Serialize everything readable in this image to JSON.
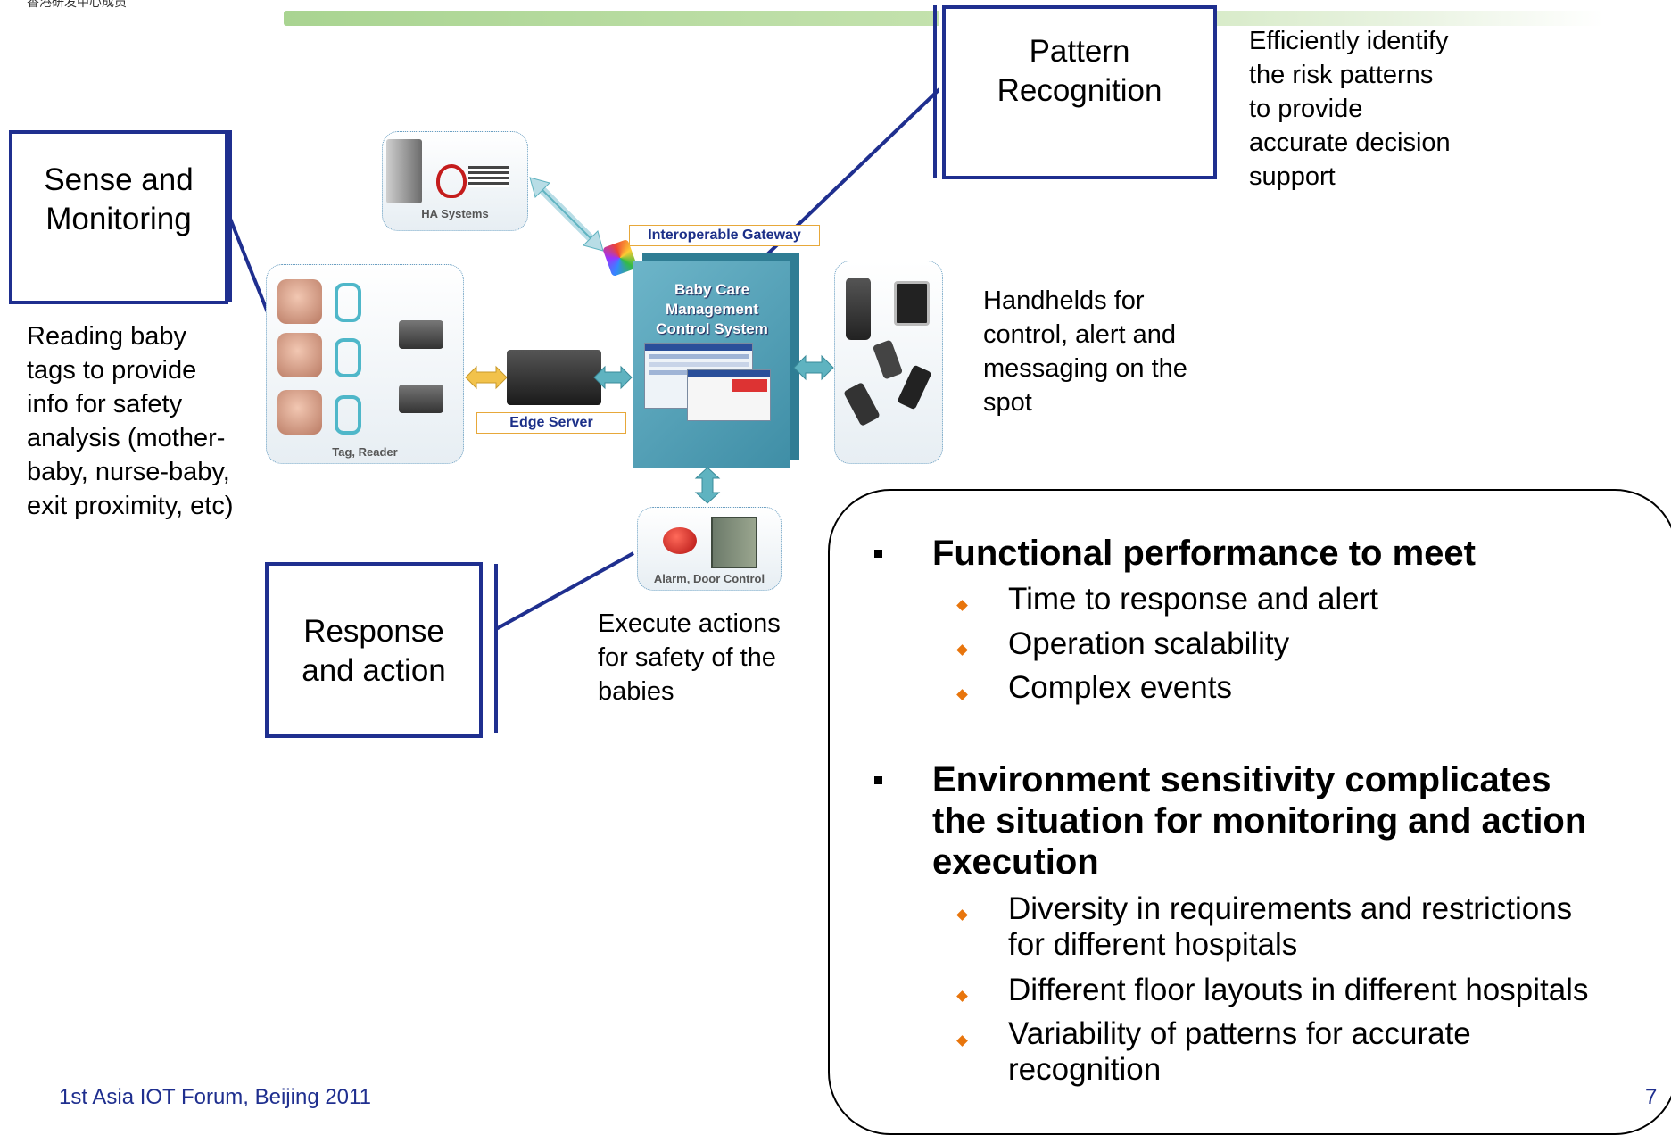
{
  "header": {
    "corner_text": "香港研发中心成员"
  },
  "callouts": {
    "sense": [
      "Sense and",
      "Monitoring"
    ],
    "pattern": [
      "Pattern",
      "Recognition"
    ],
    "response": [
      "Response",
      "and action"
    ]
  },
  "notes": {
    "pattern": [
      "Efficiently identify",
      "the risk patterns",
      "to provide",
      "accurate decision",
      "support"
    ],
    "sense": [
      "Reading baby",
      "tags to provide",
      "info for safety",
      "analysis (mother-",
      "baby, nurse-baby,",
      "exit proximity, etc)"
    ],
    "handhelds": [
      "Handhelds for",
      "control, alert and",
      "messaging on the",
      "spot"
    ],
    "execute": [
      "Execute actions",
      "for safety of the",
      "babies"
    ]
  },
  "diagram": {
    "ha_systems": "HA Systems",
    "gateway": "Interoperable Gateway",
    "center": [
      "Baby Care",
      "Management",
      "Control System"
    ],
    "tag_reader": "Tag, Reader",
    "edge_server": "Edge Server",
    "alarm": "Alarm, Door Control"
  },
  "requirements": {
    "sections": [
      {
        "heading": [
          "Functional performance to meet"
        ],
        "items": [
          [
            "Time to response and alert"
          ],
          [
            "Operation scalability"
          ],
          [
            "Complex events"
          ]
        ]
      },
      {
        "heading": [
          "Environment sensitivity complicates",
          "the situation for monitoring and action",
          "execution"
        ],
        "items": [
          [
            "Diversity in requirements and restrictions",
            "for different hospitals"
          ],
          [
            "Different floor layouts in different hospitals"
          ],
          [
            "Variability of patterns for accurate",
            "recognition"
          ]
        ]
      }
    ]
  },
  "footer": {
    "left": "1st Asia IOT Forum, Beijing 2011",
    "page": "7"
  },
  "colors": {
    "callout_border": "#1f2f8f",
    "bullet_diamond": "#e8750c",
    "center_box": "#4d96ad",
    "arrow_teal": "#5fb3c0",
    "arrow_gold": "#f2c24b"
  }
}
